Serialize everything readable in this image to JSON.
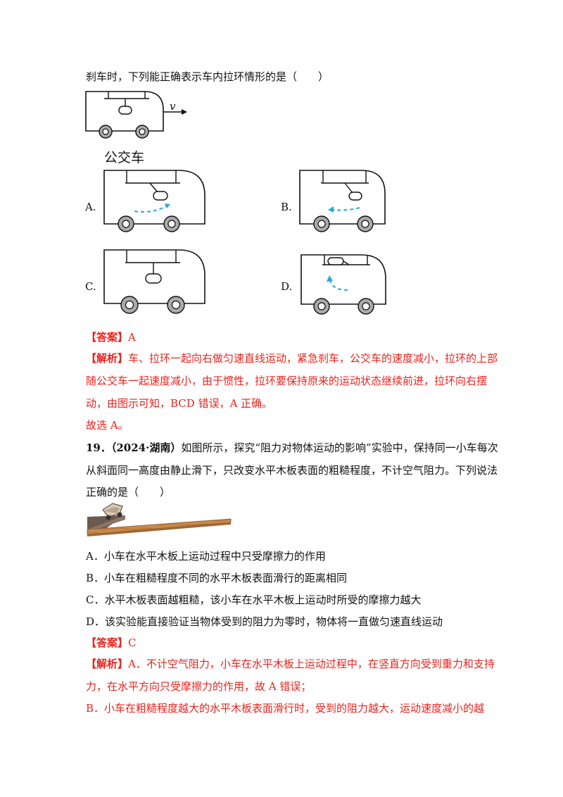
{
  "q18": {
    "stem_tail": "刹车时，下列能正确表示车内拉环情形的是（　　）",
    "bus_caption": "公交车",
    "velocity_label": "v",
    "option_labels": [
      "A.",
      "B.",
      "C.",
      "D."
    ],
    "answer_label": "【答案】",
    "answer_value": "A",
    "analysis_label": "【解析】",
    "analysis_lines": [
      "车、拉环一起向右做匀速直线运动，紧急刹车，公交车的速度减小，拉环的上部",
      "随公交车一起速度减小，由于惯性，拉环要保持原来的运动状态继续前进，拉环向右摆",
      "动，由图示可知，BCD 错误，A 正确。"
    ],
    "conclusion": "故选 A。"
  },
  "q19": {
    "number": "19．",
    "source": "（2024·湖南）",
    "stem_lines": [
      "如图所示，探究“阻力对物体运动的影响”实验中，保持同一小车每次",
      "从斜面同一高度由静止滑下，只改变水平木板表面的粗糙程度，不计空气阻力。下列说法",
      "正确的是（　　）"
    ],
    "options": [
      "A．小车在水平木板上运动过程中只受摩擦力的作用",
      "B．小车在粗糙程度不同的水平木板表面滑行的距离相同",
      "C．水平木板表面越粗糙，该小车在水平木板上运动时所受的摩擦力越大",
      "D．该实验能直接验证当物体受到的阻力为零时，物体将一直做匀速直线运动"
    ],
    "answer_label": "【答案】",
    "answer_value": "C",
    "analysis_label": "【解析】",
    "analysis_lines": [
      "A．不计空气阻力，小车在水平木板上运动过程中，在竖直方向受到重力和支持",
      "力，在水平方向只受摩擦力的作用，故 A 错误；",
      "B．小车在粗糙程度越大的水平木板表面滑行时，受到的阻力越大，运动速度减小的越"
    ]
  },
  "colors": {
    "red": "#e8231d",
    "arrow": "#29a8d8",
    "wood": "#c98a4b"
  }
}
